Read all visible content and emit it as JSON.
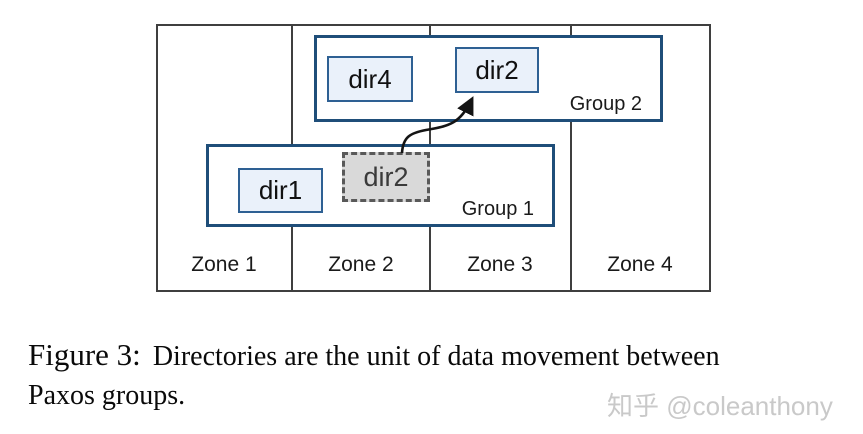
{
  "figure": {
    "zones": [
      {
        "label": "Zone 1"
      },
      {
        "label": "Zone 2"
      },
      {
        "label": "Zone 3"
      },
      {
        "label": "Zone 4"
      }
    ],
    "groups": [
      {
        "label": "Group 2",
        "dirs": [
          {
            "label": "dir4"
          },
          {
            "label": "dir2"
          }
        ]
      },
      {
        "label": "Group 1",
        "dirs": [
          {
            "label": "dir1"
          },
          {
            "label": "dir2",
            "style": "ghost-dashed"
          }
        ]
      }
    ],
    "colors": {
      "frame_border": "#3f3f3f",
      "group_border": "#1f4e79",
      "dir_fill": "#eaf1fa",
      "dir_border": "#2e6093",
      "ghost_fill": "#d9d9d9",
      "ghost_border": "#595959",
      "arrow": "#141414"
    }
  },
  "caption": {
    "label": "Figure 3:",
    "line1": "Directories are the unit of data movement between",
    "line2": "Paxos groups."
  },
  "watermark": {
    "text": "知乎 @coleanthony",
    "color": "#c9c9c9"
  }
}
